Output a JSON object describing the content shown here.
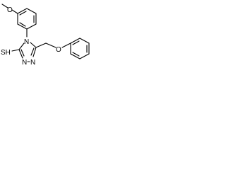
{
  "structure": {
    "labels": {
      "methoxy_oxygen": "O",
      "ether_oxygen": "O",
      "thiol": "SH",
      "n_triazole_4": "N",
      "n_triazole_1": "N",
      "n_triazole_2": "N"
    }
  },
  "colors": {
    "bond": "#000000",
    "text": "#000000",
    "background": "#ffffff"
  }
}
